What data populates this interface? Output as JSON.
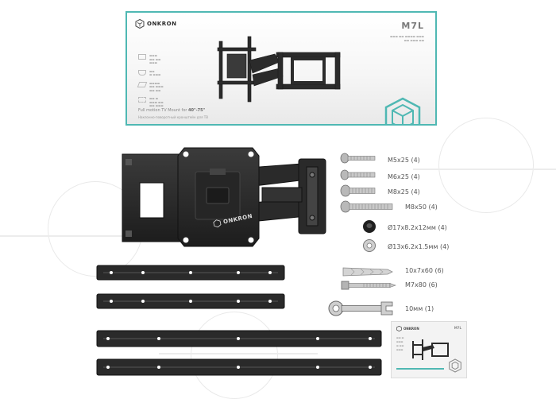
{
  "box": {
    "brand": "ONKRON",
    "model": "M7L",
    "mount_title_prefix": "Full motion TV Mount for",
    "mount_title_sizes": "40\"-75\"",
    "mount_subtitle": "Наклонно-поворотный кронштейн для ТВ",
    "accent_color": "#4fb8b3"
  },
  "bracket": {
    "brand": "ONKRON"
  },
  "hardware": {
    "screw_m5": "M5x25 (4)",
    "screw_m6": "M6x25 (4)",
    "screw_m8": "M8x25 (4)",
    "screw_m8_long": "M8x50 (4)",
    "spacer": "Ø17x8.2x12мм (4)",
    "washer": "Ø13x6.2x1.5мм (4)",
    "anchor": "10x7x60 (6)",
    "lag_bolt": "M7x80 (6)",
    "wrench": "10мм (1)"
  },
  "card": {
    "brand": "ONKRON",
    "model": "M7L"
  },
  "icons": [
    "onkron-logo-icon",
    "cube-logo-icon"
  ]
}
